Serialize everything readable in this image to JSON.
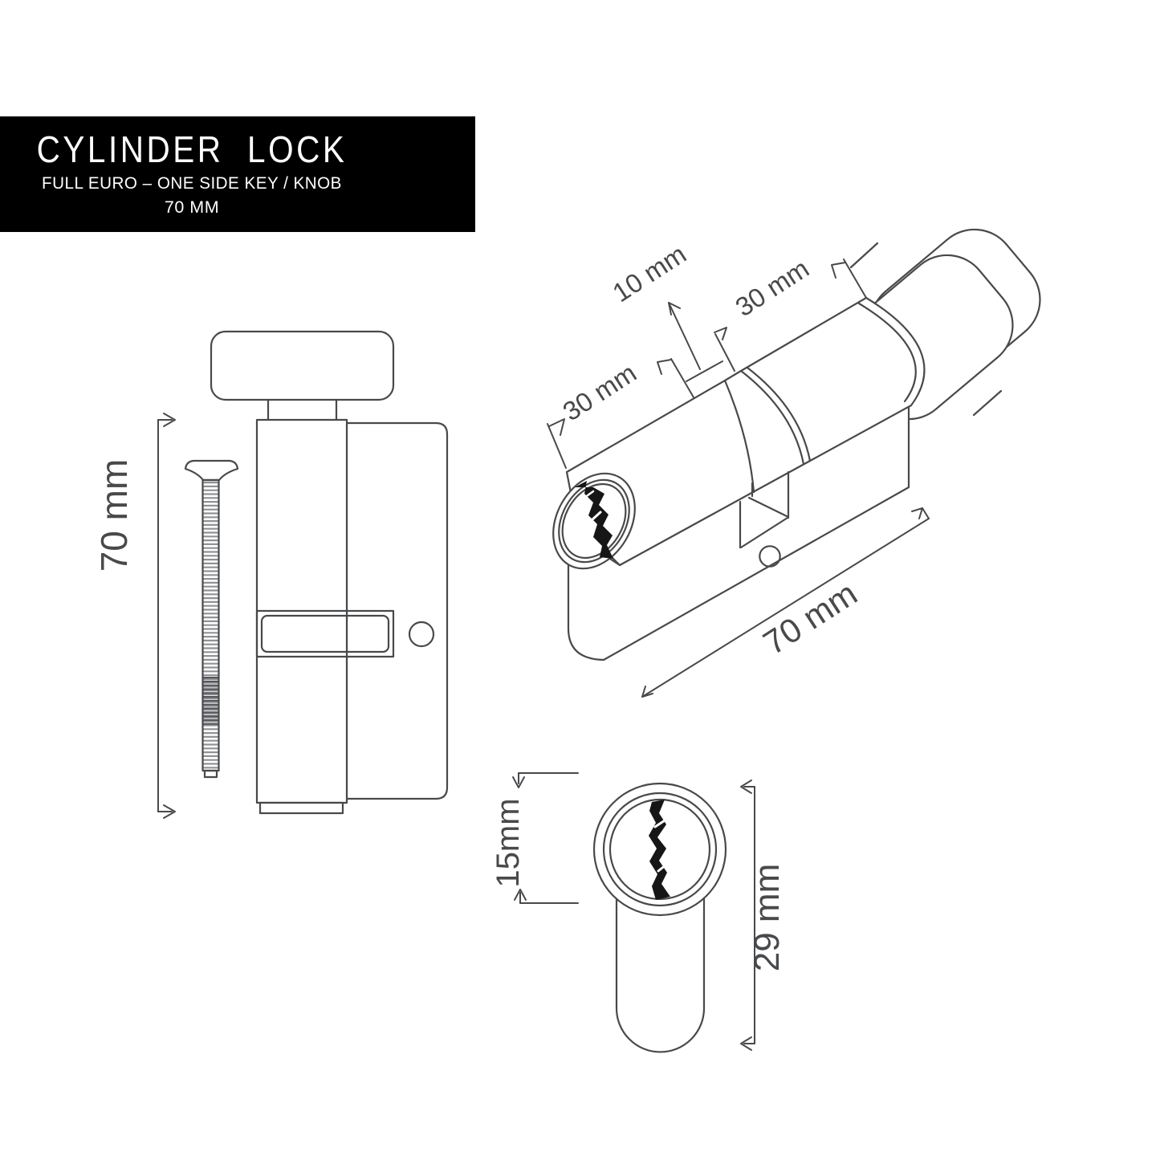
{
  "banner": {
    "title": "CYLINDER  LOCK",
    "subtitle": "FULL EURO – ONE SIDE KEY / KNOB",
    "size_line": "70 MM"
  },
  "colors": {
    "background": "#ffffff",
    "banner_bg": "#000000",
    "banner_text": "#ffffff",
    "line": "#48494b",
    "keyway_fill": "#161616",
    "screw_thread_light": "#909295",
    "screw_thread_dark": "#55565a"
  },
  "views": {
    "side": {
      "total_length": "70 mm"
    },
    "iso": {
      "left_half": "30 mm",
      "cam_width": "10 mm",
      "right_half": "30 mm",
      "total_length": "70 mm"
    },
    "front": {
      "keyway_height": "15mm",
      "body_height": "29 mm"
    }
  }
}
